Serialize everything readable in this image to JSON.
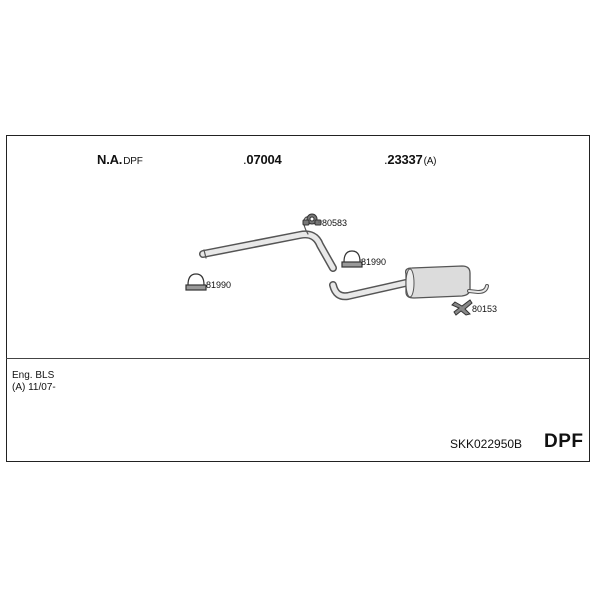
{
  "header": {
    "part1": {
      "prefix": "",
      "number": "N.A.",
      "suffix": "DPF"
    },
    "part2": {
      "prefix": ".",
      "number": "07004",
      "suffix": ""
    },
    "part3": {
      "prefix": ".",
      "number": "23337",
      "suffix": "(A)"
    }
  },
  "callouts": {
    "clamp_top": "80583",
    "clamp_mid": "81990",
    "clamp_left": "81990",
    "hanger": "80153"
  },
  "notes": {
    "engine": "Eng. BLS",
    "date": "(A) 11/07-"
  },
  "footer": {
    "code": "SKK022950B",
    "dpf": "DPF"
  }
}
